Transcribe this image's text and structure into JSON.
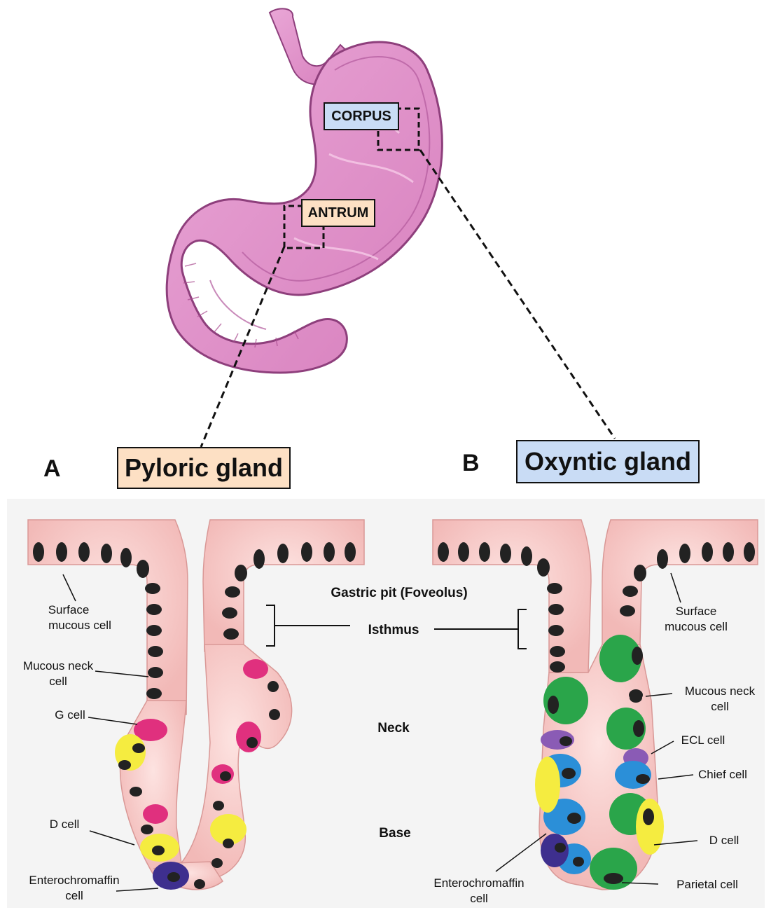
{
  "stomach": {
    "corpus_label": "CORPUS",
    "antrum_label": "ANTRUM"
  },
  "panels": {
    "a": {
      "letter": "A",
      "title": "Pyloric gland"
    },
    "b": {
      "letter": "B",
      "title": "Oxyntic gland"
    }
  },
  "center_labels": {
    "gastric_pit": "Gastric pit (Foveolus)",
    "isthmus": "Isthmus",
    "neck": "Neck",
    "base": "Base"
  },
  "pyloric_labels": {
    "surface_mucous_1": "Surface",
    "surface_mucous_2": "mucous cell",
    "mucous_neck_1": "Mucous neck",
    "mucous_neck_2": "cell",
    "g_cell": "G cell",
    "d_cell": "D cell",
    "enterochromaffin_1": "Enterochromaffin",
    "enterochromaffin_2": "cell"
  },
  "oxyntic_labels": {
    "surface_mucous_1": "Surface",
    "surface_mucous_2": "mucous cell",
    "mucous_neck_1": "Mucous neck",
    "mucous_neck_2": "cell",
    "ecl_cell": "ECL cell",
    "chief_cell": "Chief cell",
    "d_cell": "D cell",
    "parietal_cell": "Parietal cell",
    "enterochromaffin_1": "Enterochromaffin",
    "enterochromaffin_2": "cell"
  },
  "colors": {
    "stomach_fill": "#e08fc8",
    "stomach_outline": "#8e3f7c",
    "corpus_box": "#c9dcf5",
    "antrum_box": "#fde0c4",
    "pyloric_title_box": "#fde0c4",
    "oxyntic_title_box": "#c9dcf5",
    "panel_bg": "#f4f4f4",
    "mucous_cell": "#f6c9c7",
    "nucleus": "#222222",
    "g_cell": "#e0307e",
    "d_cell": "#f5ec40",
    "enterochromaffin_cell": "#3e2f8e",
    "ecl_cell": "#8a5bb5",
    "chief_cell": "#2b8fd8",
    "parietal_cell": "#2aa54a"
  }
}
